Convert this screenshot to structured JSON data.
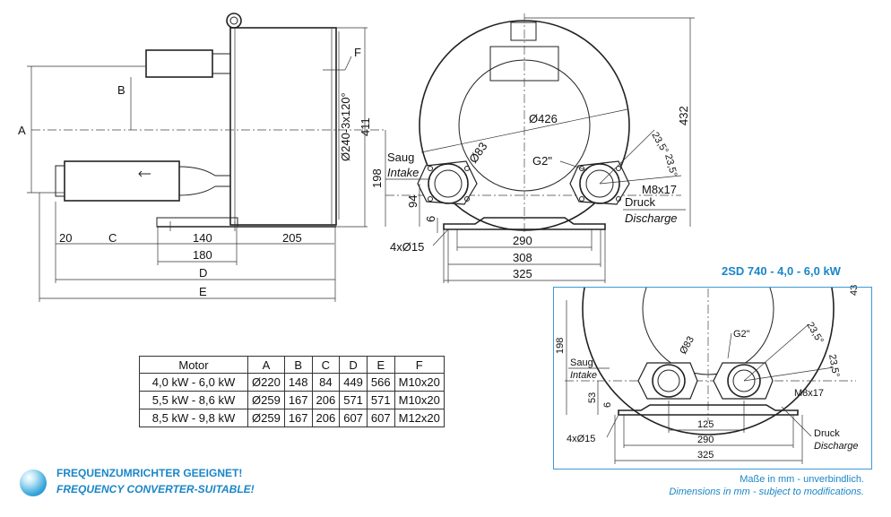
{
  "side_view": {
    "labels": {
      "a": "A",
      "b": "B",
      "c": "C",
      "d": "D",
      "e": "E",
      "f": "F"
    },
    "dims": {
      "d20": "20",
      "d140": "140",
      "d205": "205",
      "d180": "180",
      "flange": "Ø240-3x120°",
      "height411": "411"
    }
  },
  "front_view": {
    "saug": "Saug",
    "intake": "Intake",
    "druck": "Druck",
    "discharge": "Discharge",
    "d426": "Ø426",
    "d83": "Ø83",
    "g2": "G2\"",
    "m8": "M8x17",
    "a23_1": "23,5°",
    "a23_2": "23,5°",
    "h432": "432",
    "h198": "198",
    "h94": "94",
    "h6": "6",
    "holes": "4xØ15",
    "w290": "290",
    "w308": "308",
    "w325": "325"
  },
  "inset": {
    "title": "2SD 740 - 4,0 - 6,0 kW",
    "h43": "43",
    "h198": "198",
    "h53": "53",
    "h6": "6",
    "d83": "Ø83",
    "g2": "G2\"",
    "a23_1": "23,5°",
    "a23_2": "23,5°",
    "m8": "M8x17",
    "saug": "Saug",
    "intake": "Intake",
    "druck": "Druck",
    "discharge": "Discharge",
    "holes": "4xØ15",
    "w125": "125",
    "w290": "290",
    "w325": "325"
  },
  "table": {
    "headers": [
      "Motor",
      "A",
      "B",
      "C",
      "D",
      "E",
      "F"
    ],
    "rows": [
      [
        "4,0 kW - 6,0 kW",
        "Ø220",
        "148",
        "84",
        "449",
        "566",
        "M10x20"
      ],
      [
        "5,5 kW - 8,6 kW",
        "Ø259",
        "167",
        "206",
        "571",
        "571",
        "M10x20"
      ],
      [
        "8,5 kW - 9,8 kW",
        "Ø259",
        "167",
        "206",
        "607",
        "607",
        "M12x20"
      ]
    ]
  },
  "footer": {
    "freq_de": "FREQUENZUMRICHTER GEEIGNET!",
    "freq_en": "FREQUENCY CONVERTER-SUITABLE!",
    "note_de": "Maße in mm - unverbindlich.",
    "note_en": "Dimensions in mm - subject to modifications."
  },
  "colors": {
    "accent": "#1a86c8",
    "frame": "#3b9ad6",
    "line": "#222222"
  }
}
